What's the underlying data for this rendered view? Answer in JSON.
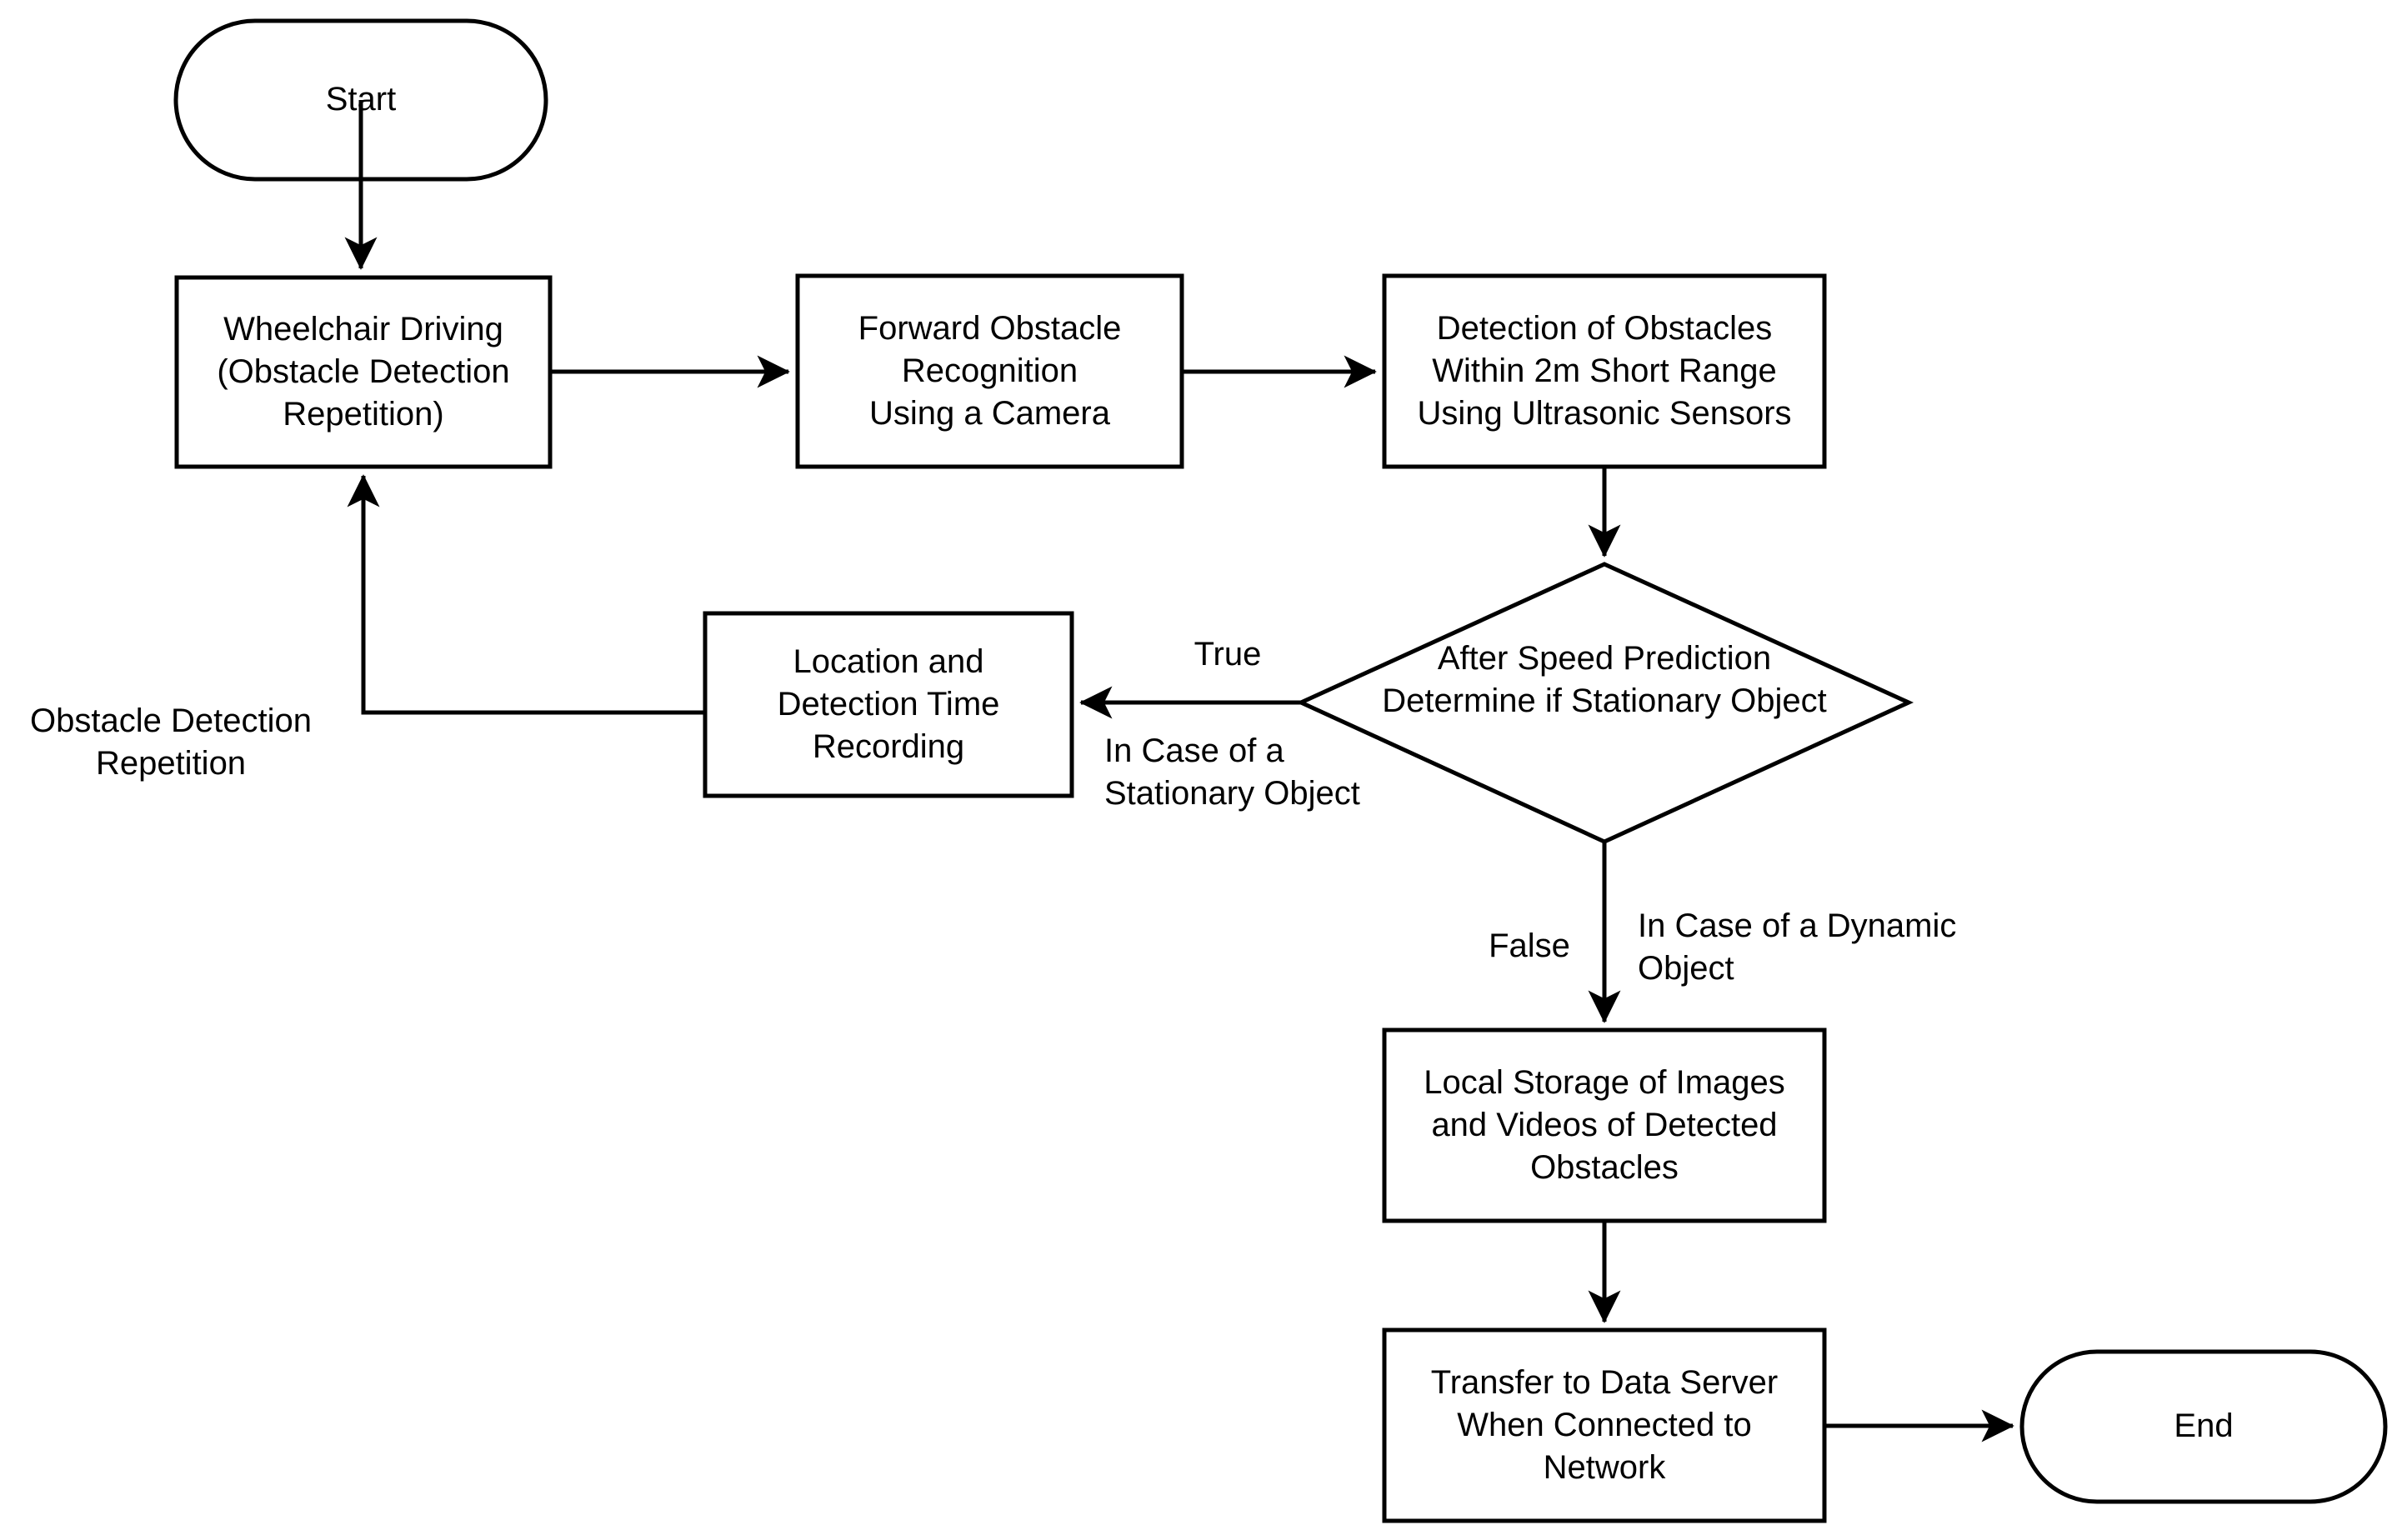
{
  "diagram": {
    "type": "flowchart",
    "title": "Wheelchair Obstacle Detection Process Flowchart",
    "stroke_color": "#000000",
    "fill_color": "#FFFFFF",
    "text_color": "#000000",
    "background": "#FFFFFF"
  },
  "nodes": {
    "start": {
      "label": "Start",
      "shape": "stadium"
    },
    "wheelchair_driving": {
      "label": "Wheelchair Driving\n(Obstacle Detection\nRepetition)",
      "shape": "rectangle"
    },
    "forward_recognition": {
      "label": "Forward Obstacle\nRecognition\nUsing a Camera",
      "shape": "rectangle"
    },
    "ultrasonic_detection": {
      "label": "Detection of Obstacles\nWithin 2m Short Range\nUsing Ultrasonic Sensors",
      "shape": "rectangle"
    },
    "speed_decision": {
      "label": "After Speed Prediction\nDetermine if Stationary Object",
      "shape": "diamond"
    },
    "location_recording": {
      "label": "Location and\nDetection Time\nRecording",
      "shape": "rectangle"
    },
    "local_storage": {
      "label": "Local Storage of Images\nand Videos of Detected\nObstacles",
      "shape": "rectangle"
    },
    "transfer_server": {
      "label": "Transfer to Data Server\nWhen Connected to\nNetwork",
      "shape": "rectangle"
    },
    "end": {
      "label": "End",
      "shape": "stadium"
    }
  },
  "edge_labels": {
    "decision_true": "True",
    "decision_true_note": "In Case of a\nStationary Object",
    "decision_false": "False",
    "decision_false_note": "In Case of a Dynamic\nObject",
    "loopback": "Obstacle Detection\nRepetition"
  },
  "edges": [
    {
      "from": "start",
      "to": "wheelchair_driving",
      "label": ""
    },
    {
      "from": "wheelchair_driving",
      "to": "forward_recognition",
      "label": ""
    },
    {
      "from": "forward_recognition",
      "to": "ultrasonic_detection",
      "label": ""
    },
    {
      "from": "ultrasonic_detection",
      "to": "speed_decision",
      "label": ""
    },
    {
      "from": "speed_decision",
      "to": "location_recording",
      "label": "True"
    },
    {
      "from": "speed_decision",
      "to": "local_storage",
      "label": "False"
    },
    {
      "from": "location_recording",
      "to": "wheelchair_driving",
      "label": "Obstacle Detection Repetition"
    },
    {
      "from": "local_storage",
      "to": "transfer_server",
      "label": ""
    },
    {
      "from": "transfer_server",
      "to": "end",
      "label": ""
    }
  ]
}
